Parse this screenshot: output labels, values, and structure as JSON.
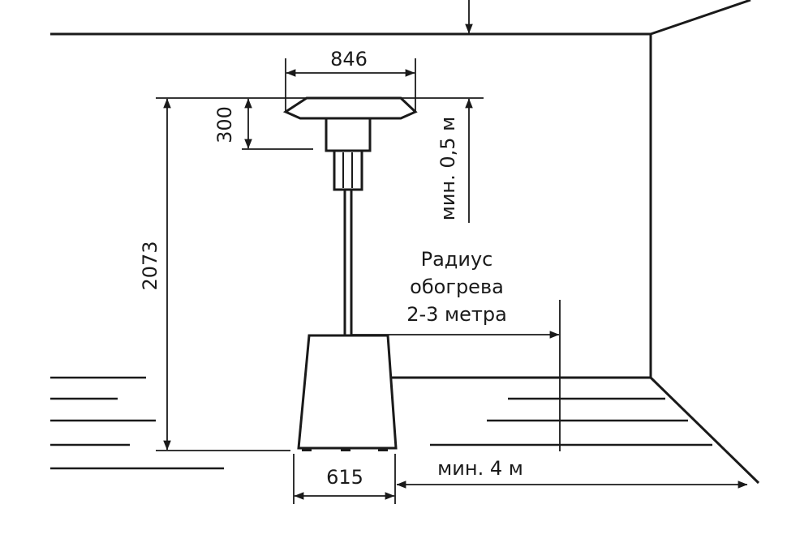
{
  "dimensions": {
    "width_mm": "846",
    "cap_height_mm": "300",
    "total_height_mm": "2073",
    "base_width_mm": "615",
    "ceiling_clearance": "мин. 0,5 м",
    "wall_distance": "мин. 4 м"
  },
  "heating_radius": {
    "line1": "Радиус",
    "line2": "обогрева",
    "line3": "2-3 метра"
  },
  "colors": {
    "stroke": "#1a1a1a",
    "text": "#1a1a1a",
    "background": "#ffffff"
  }
}
